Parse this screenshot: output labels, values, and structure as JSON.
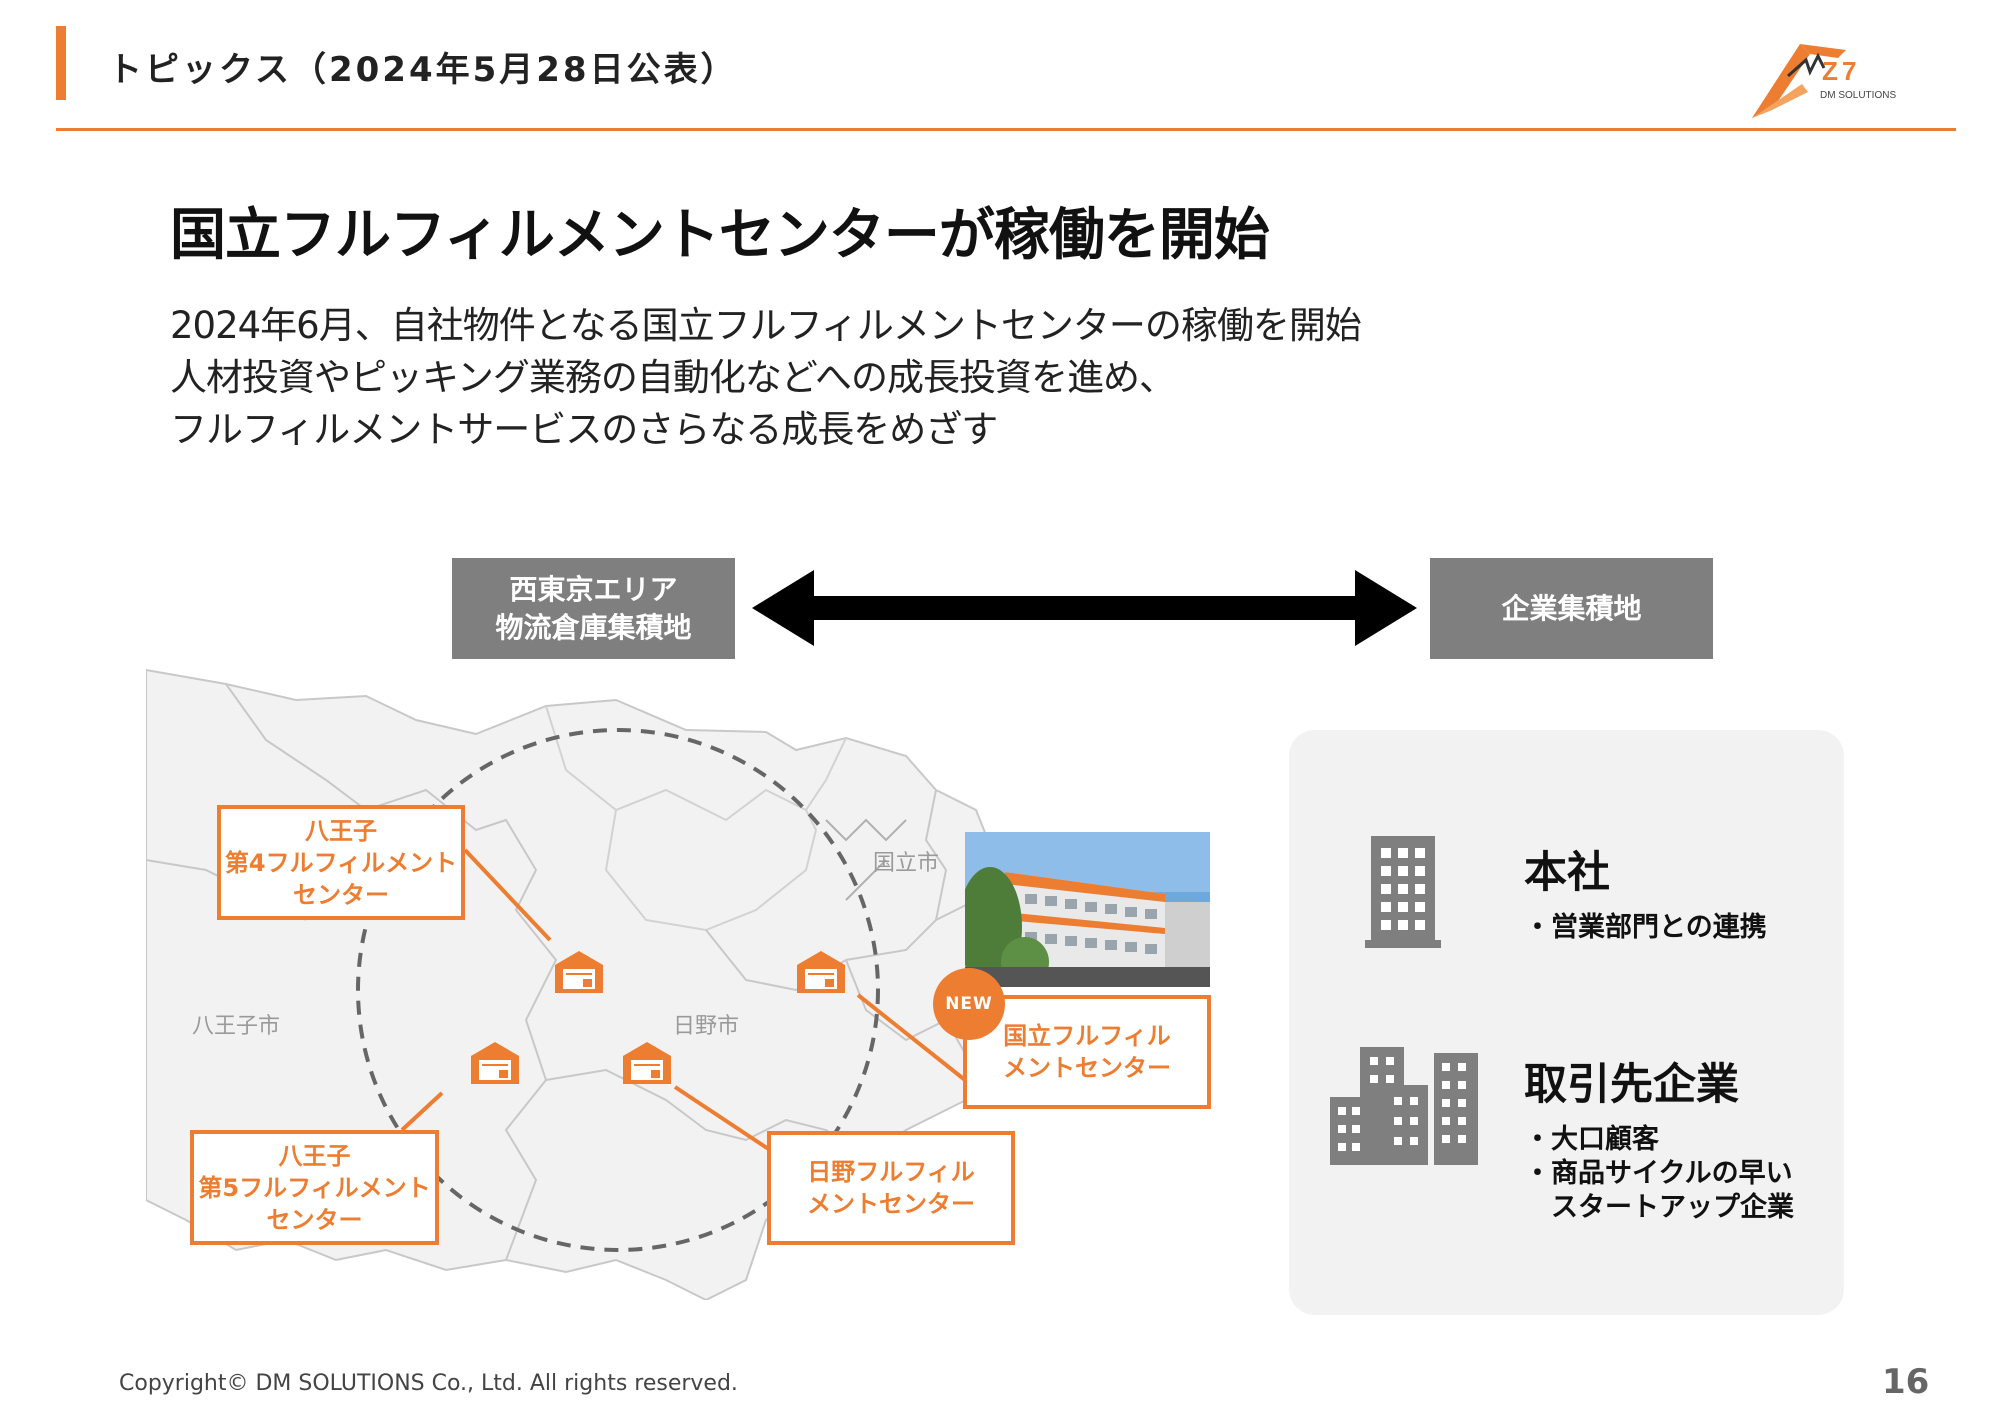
{
  "header": {
    "title": "トピックス（2024年5月28日公表）",
    "logo_text": "DM SOLUTIONS",
    "accent_color": "#ED7D31"
  },
  "main": {
    "title": "国立フルフィルメントセンターが稼働を開始",
    "lead": [
      "2024年6月、自社物件となる国立フルフィルメントセンターの稼働を開始",
      "人材投資やピッキング業務の自動化などへの成長投資を進め、",
      "フルフィルメントサービスのさらなる成長をめざす"
    ]
  },
  "comparison": {
    "left_box": {
      "line1": "西東京エリア",
      "line2": "物流倉庫集積地"
    },
    "right_box": {
      "label": "企業集積地"
    },
    "arrow_icon": "double-arrow-icon"
  },
  "map": {
    "area_labels": {
      "hachioji": "八王子市",
      "hino": "日野市",
      "kunitachi": "国立市"
    },
    "callouts": {
      "hachioji4": [
        "八王子",
        "第4フルフィルメント",
        "センター"
      ],
      "hachioji5": [
        "八王子",
        "第5フルフィルメント",
        "センター"
      ],
      "kunitachi": [
        "国立フルフィル",
        "メントセンター"
      ],
      "hino": [
        "日野フルフィル",
        "メントセンター"
      ]
    },
    "new_badge": "NEW",
    "warehouse_icon": "warehouse-icon"
  },
  "corporate": {
    "hq": {
      "title": "本社",
      "bullets": [
        "・営業部門との連携"
      ]
    },
    "clients": {
      "title": "取引先企業",
      "bullets": [
        "・大口顧客",
        "・商品サイクルの早い",
        "　スタートアップ企業"
      ]
    }
  },
  "footer": {
    "copyright": "Copyright© DM SOLUTIONS Co., Ltd. All rights reserved.",
    "page_number": "16"
  }
}
